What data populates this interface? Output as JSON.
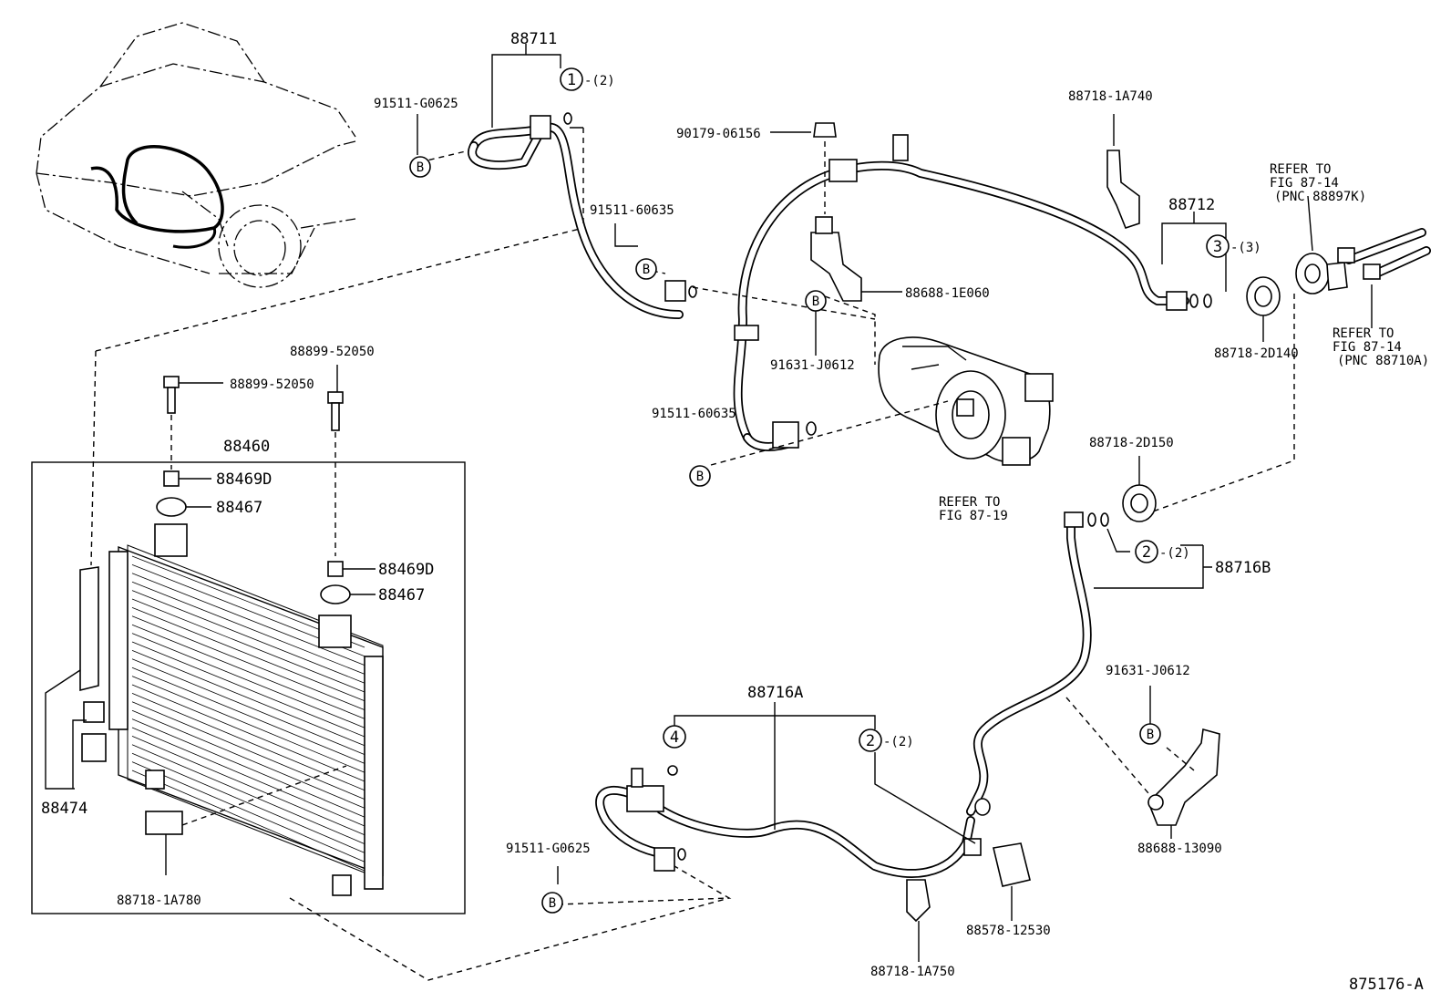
{
  "labels": {
    "p88711": "88711",
    "p1_qty": "-(2)",
    "p91511_g0625_top": "91511-G0625",
    "p91511_60635_a": "91511-60635",
    "p90179": "90179-06156",
    "p88718_1a740": "88718-1A740",
    "p88712": "88712",
    "p3_qty": "-(3)",
    "refer_8714_a": [
      "REFER TO",
      "FIG 87-14",
      "(PNC 88897K)"
    ],
    "p88688_1e060": "88688-1E060",
    "p91631_j0612_a": "91631-J0612",
    "p88718_2d140": "88718-2D140",
    "refer_8714_b": [
      "REFER TO",
      "FIG 87-14",
      "(PNC 88710A)"
    ],
    "p88899_top": "88899-52050",
    "p88899_left": "88899-52050",
    "p88460": "88460",
    "p88469d_a": "88469D",
    "p88467_a": "88467",
    "p88469d_b": "88469D",
    "p88467_b": "88467",
    "p88474": "88474",
    "p91511_60635_b": "91511-60635",
    "refer_8719": [
      "REFER TO",
      "FIG 87-19"
    ],
    "p88718_2d150": "88718-2D150",
    "p2_qty_a": "-(2)",
    "p88716b": "88716B",
    "p91631_j0612_b": "91631-J0612",
    "p88716a": "88716A",
    "p2_qty_b": "-(2)",
    "p88718_1a780": "88718-1A780",
    "p91511_g0625_bot": "91511-G0625",
    "p88578": "88578-12530",
    "p88688_13090": "88688-13090",
    "p88718_1a750": "88718-1A750",
    "figure_id": "875176-A"
  },
  "callouts": {
    "one": "1",
    "two": "2",
    "three": "3",
    "four": "4",
    "b": "B"
  }
}
